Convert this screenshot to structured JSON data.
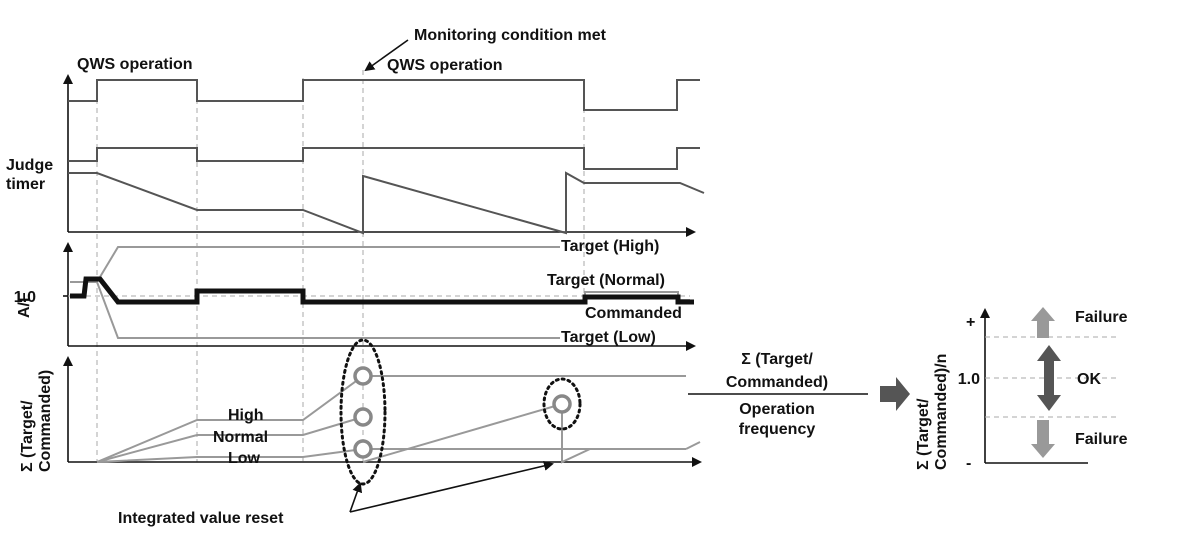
{
  "labels": {
    "monitoring_condition_met": "Monitoring condition met",
    "qws_operation_1": "QWS operation",
    "qws_operation_2": "QWS operation",
    "judge_timer_line1": "Judge",
    "judge_timer_line2": "timer",
    "af_axis": "A/F",
    "af_tick_1_0": "1.0",
    "target_high": "Target (High)",
    "target_normal": "Target (Normal)",
    "commanded": "Commanded",
    "target_low": "Target (Low)",
    "sigma_axis_line1": "Σ (Target/",
    "sigma_axis_line2": "Commanded)",
    "curve_high": "High",
    "curve_normal": "Normal",
    "curve_low": "Low",
    "integrated_value_reset": "Integrated value reset",
    "formula_numerator_line1": "Σ (Target/",
    "formula_numerator_line2": "Commanded)",
    "formula_denominator_line1": "Operation",
    "formula_denominator_line2": "frequency",
    "result_axis_line1": "Σ (Target/",
    "result_axis_line2": "Commanded)/n",
    "result_plus": "+",
    "result_minus": "-",
    "result_tick_1_0": "1.0",
    "result_failure_upper": "Failure",
    "result_ok": "OK",
    "result_failure_lower": "Failure"
  },
  "colors": {
    "signal": "#555555",
    "light_signal": "#999999",
    "commanded": "#111111",
    "arrow_dark": "#555555",
    "arrow_light": "#999999"
  },
  "icons": {
    "flow_arrow": "right-arrow-icon"
  }
}
